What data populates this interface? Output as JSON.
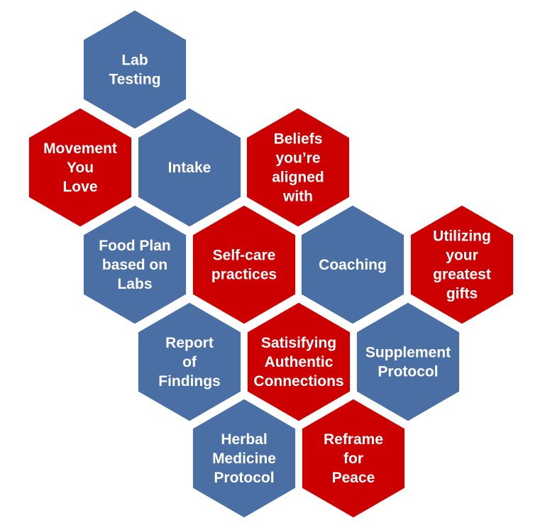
{
  "colors": {
    "blue": "#4a6fa5",
    "red": "#cc0000",
    "text": "#ffffff",
    "border": "#ffffff"
  },
  "hexagons": [
    {
      "id": "lab-testing",
      "color": "blue",
      "lines": [
        "Lab",
        "Testing"
      ]
    },
    {
      "id": "movement-you-love",
      "color": "red",
      "lines": [
        "Movement",
        "You",
        "Love"
      ]
    },
    {
      "id": "intake",
      "color": "blue",
      "lines": [
        "Intake"
      ]
    },
    {
      "id": "beliefs-aligned",
      "color": "red",
      "lines": [
        "Beliefs",
        "you’re",
        "aligned",
        "with"
      ]
    },
    {
      "id": "food-plan",
      "color": "blue",
      "lines": [
        "Food Plan",
        "based on",
        "Labs"
      ]
    },
    {
      "id": "self-care",
      "color": "red",
      "lines": [
        "Self-care",
        "practices"
      ]
    },
    {
      "id": "coaching",
      "color": "blue",
      "lines": [
        "Coaching"
      ]
    },
    {
      "id": "utilizing-gifts",
      "color": "red",
      "lines": [
        "Utilizing",
        "your",
        "greatest",
        "gifts"
      ]
    },
    {
      "id": "report-of-findings",
      "color": "blue",
      "lines": [
        "Report",
        "of",
        "Findings"
      ]
    },
    {
      "id": "authentic-connections",
      "color": "red",
      "lines": [
        "Satisifying",
        "Authentic",
        "Connections"
      ]
    },
    {
      "id": "supplement-protocol",
      "color": "blue",
      "lines": [
        "Supplement",
        "Protocol"
      ]
    },
    {
      "id": "herbal-medicine",
      "color": "blue",
      "lines": [
        "Herbal",
        "Medicine",
        "Protocol"
      ]
    },
    {
      "id": "reframe-peace",
      "color": "red",
      "lines": [
        "Reframe",
        "for",
        "Peace"
      ]
    }
  ]
}
